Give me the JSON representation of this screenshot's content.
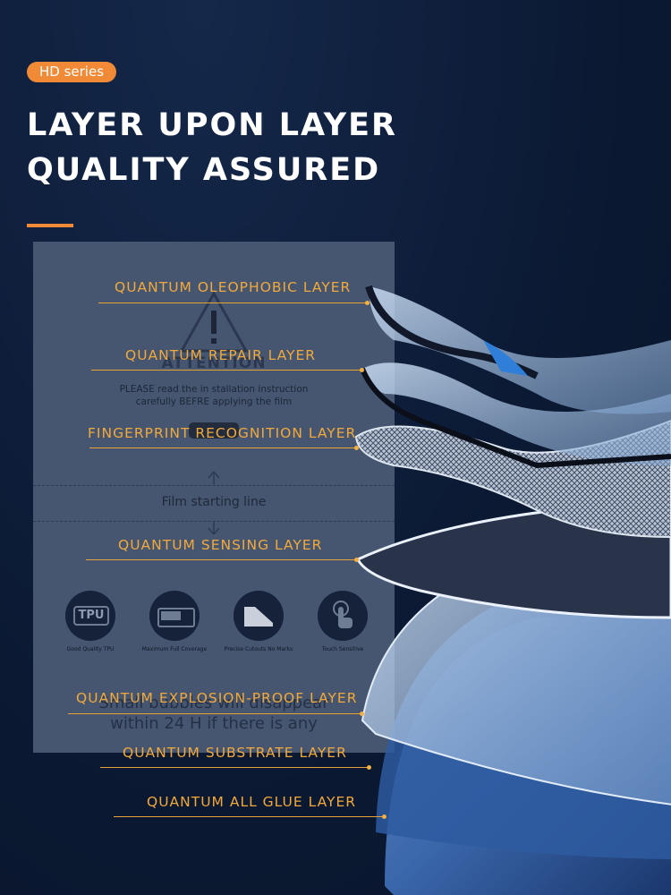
{
  "badge": "HD series",
  "headline": {
    "line1": "LAYER UPON LAYER",
    "line2": "QUALITY ASSURED"
  },
  "card": {
    "attention": "ATTENTION",
    "instruction_line1": "PLEASE read the in stallation instruction",
    "instruction_line2": "carefully BEFRE applying the film",
    "film_line": "Film  starting  line",
    "features": [
      {
        "icon": "tpu-icon",
        "label": "Good Quality TPU",
        "text": "TPU"
      },
      {
        "icon": "full-coverage-icon",
        "label": "Maximum Full Coverage"
      },
      {
        "icon": "cutout-icon",
        "label": "Precise Cutouts No Marks"
      },
      {
        "icon": "touch-icon",
        "label": "Touch Sensitive"
      }
    ],
    "bubbles_line1": "Small bubbles will disappear",
    "bubbles_line2": "within 24 H if there is any"
  },
  "layers": [
    "QUANTUM OLEOPHOBIC LAYER",
    "QUANTUM REPAIR LAYER",
    "FINGERPRINT RECOGNITION LAYER",
    "QUANTUM SENSING LAYER",
    "QUANTUM EXPLOSION-PROOF LAYER",
    "QUANTUM SUBSTRATE LAYER",
    "QUANTUM ALL GLUE LAYER"
  ],
  "colors": {
    "background": "#0b1933",
    "accent": "#f08a36",
    "label": "#f2a93b",
    "card": "#465670"
  }
}
